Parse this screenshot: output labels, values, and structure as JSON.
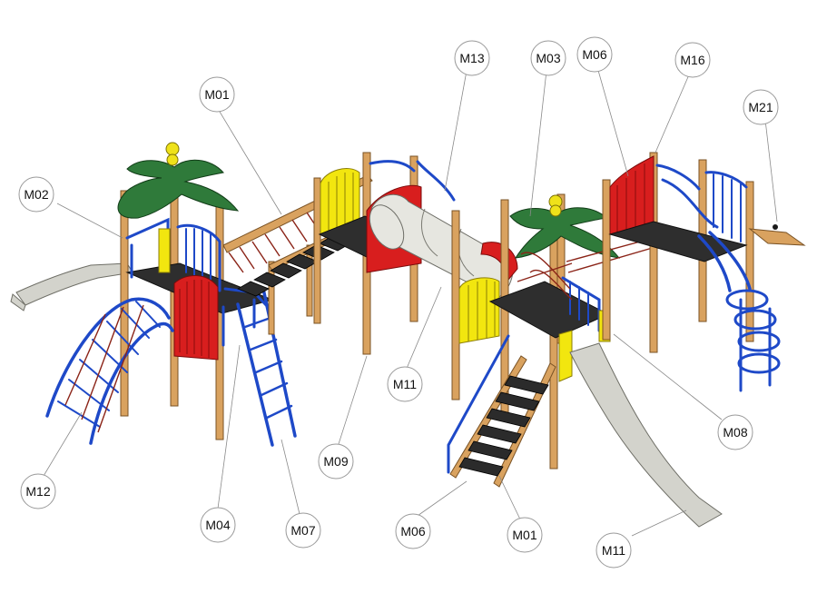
{
  "callouts": [
    {
      "id": "c1",
      "label": "M01"
    },
    {
      "id": "c2",
      "label": "M02"
    },
    {
      "id": "c3",
      "label": "M13"
    },
    {
      "id": "c4",
      "label": "M03"
    },
    {
      "id": "c5",
      "label": "M06"
    },
    {
      "id": "c6",
      "label": "M16"
    },
    {
      "id": "c7",
      "label": "M21"
    },
    {
      "id": "c8",
      "label": "M11"
    },
    {
      "id": "c9",
      "label": "M08"
    },
    {
      "id": "c10",
      "label": "M09"
    },
    {
      "id": "c11",
      "label": "M12"
    },
    {
      "id": "c12",
      "label": "M04"
    },
    {
      "id": "c13",
      "label": "M07"
    },
    {
      "id": "c14",
      "label": "M06"
    },
    {
      "id": "c15",
      "label": "M01"
    },
    {
      "id": "c16",
      "label": "M11"
    }
  ],
  "colors": {
    "post_wood": "#d9a25f",
    "rail_blue": "#1e49c8",
    "deck_black": "#2e2e2e",
    "panel_red": "#d81e1e",
    "panel_yellow": "#f2e60f",
    "slide_steel": "#d3d3cc",
    "palm_green": "#2f7a3a",
    "rope_brown": "#8b2418"
  }
}
